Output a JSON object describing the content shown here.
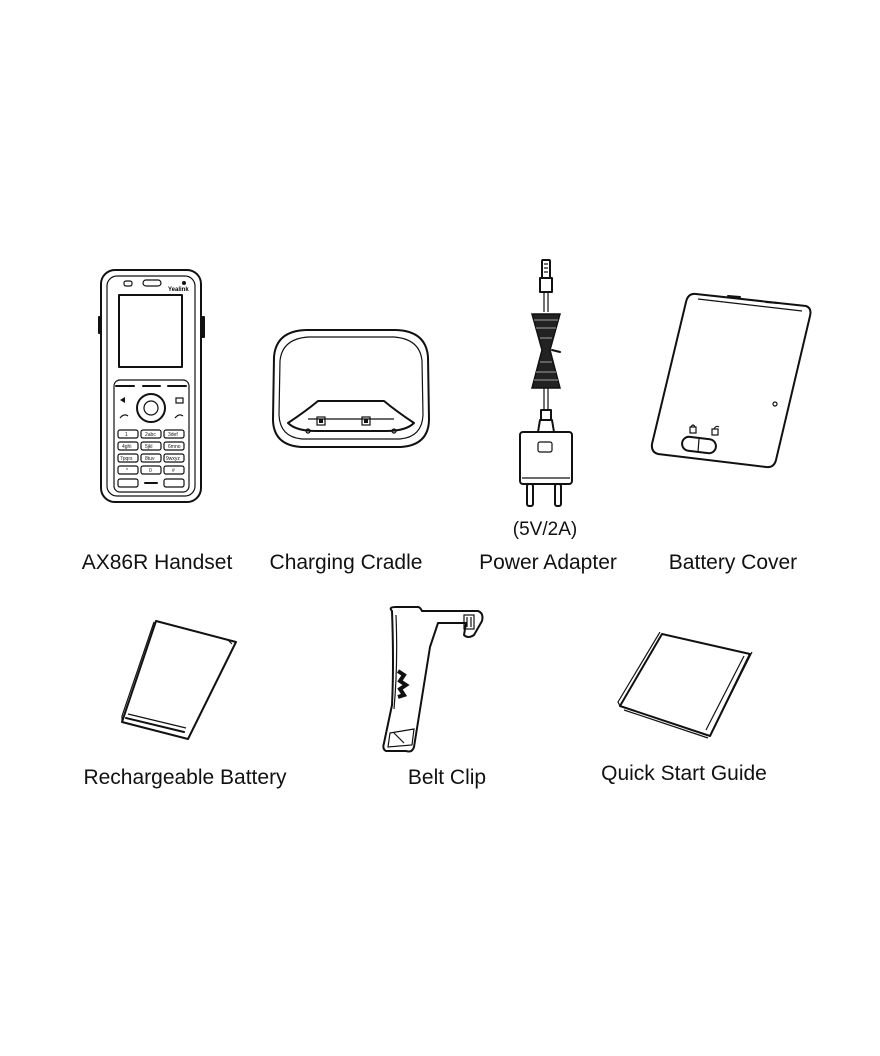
{
  "items": [
    {
      "label": "AX86R Handset",
      "icon": "handset-icon"
    },
    {
      "label": "Charging Cradle",
      "icon": "charging-cradle-icon"
    },
    {
      "label": "Power Adapter",
      "sublabel": "(5V/2A)",
      "icon": "power-adapter-icon"
    },
    {
      "label": "Battery Cover",
      "icon": "battery-cover-icon"
    },
    {
      "label": "Rechargeable Battery",
      "icon": "battery-icon"
    },
    {
      "label": "Belt Clip",
      "icon": "belt-clip-icon"
    },
    {
      "label": "Quick Start Guide",
      "icon": "guide-booklet-icon"
    }
  ],
  "handset": {
    "brand": "Yealink",
    "keys": [
      "1",
      "2abc",
      "3def",
      "4ghi",
      "5jkl",
      "6mno",
      "7pqrs",
      "8tuv",
      "9wxyz",
      "*",
      "0",
      "#"
    ]
  }
}
